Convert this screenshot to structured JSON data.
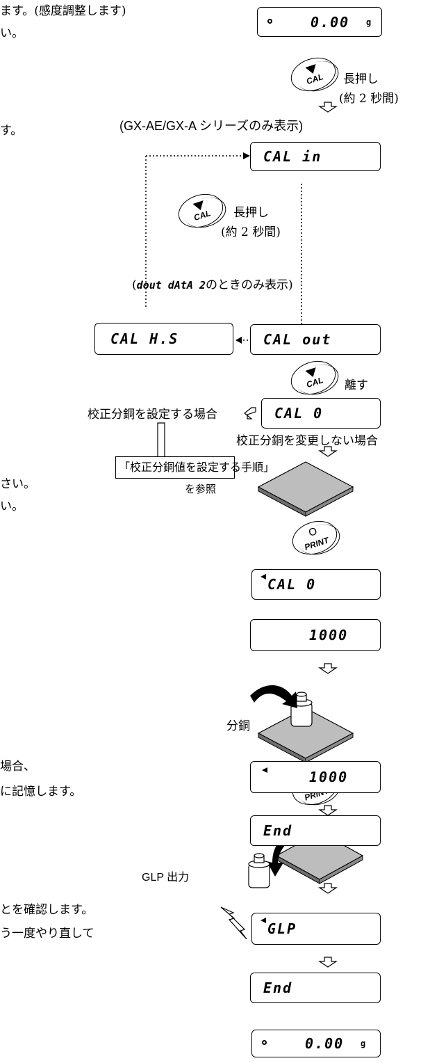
{
  "left_text": {
    "line1": "ます。(感度調整します)",
    "line2": "い。",
    "line3": "す。",
    "line4": "さい。",
    "line5": "い。",
    "line6": "場合、",
    "line7": "に記憶します。",
    "line8": "とを確認します。",
    "line9": "う一度やり直して"
  },
  "displays": {
    "d1": "0.00",
    "d1_unit": "g",
    "d2": "CAL in",
    "d3": "CAL out",
    "d4": "CAL H.S",
    "d5": "CAL  0",
    "d6": "CAL  0",
    "d7": "1000",
    "d8": "1000",
    "d9": "End",
    "d10": "GLP",
    "d11": "End",
    "d12": "0.00",
    "d12_unit": "g"
  },
  "buttons": {
    "cal": "CAL",
    "print": "PRINT",
    "print_symbol_1": "O",
    "print_symbol_2": "⊙"
  },
  "labels": {
    "long_press_1": "長押し",
    "duration_1": "(約 2 秒間)",
    "series_note": "(GX-AE/GX-A シリーズのみ表示)",
    "long_press_2": "長押し",
    "duration_2": "(約 2 秒間)",
    "dout_prefix": "(",
    "dout_code": "dout dAtA 2",
    "dout_suffix": "のときのみ表示)",
    "release": "離す",
    "set_weight_case": "校正分銅を設定する場合",
    "no_change_case": "校正分銅を変更しない場合",
    "procedure_ref": "「校正分銅値を設定する手順」",
    "see_ref": "を参照",
    "weight": "分銅",
    "glp_output": "GLP 出力"
  }
}
